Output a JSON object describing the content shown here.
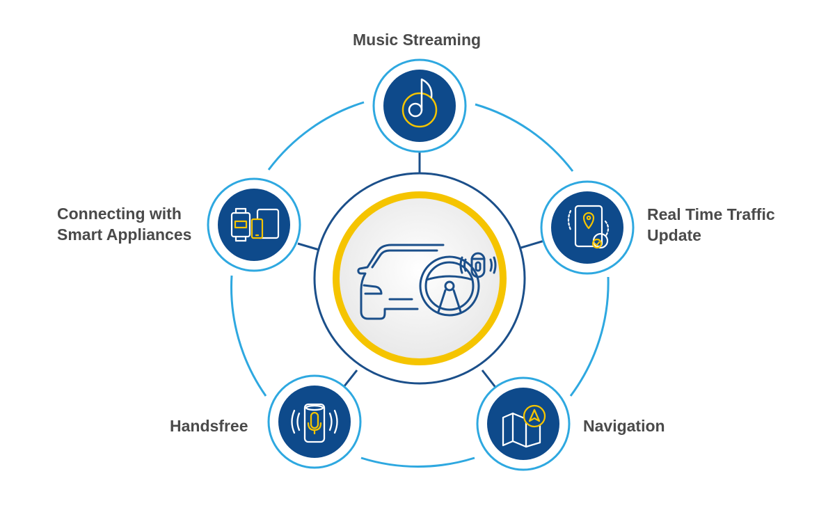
{
  "colors": {
    "ring": "#2ea8e0",
    "node_fill": "#0e4a8b",
    "accent": "#f5c400",
    "icon_line": "#ffffff",
    "center_bg": "#f2f2f2",
    "text": "#4a4a4a"
  },
  "center": {
    "icon": "car-dashboard-voice-assistant-icon"
  },
  "features": [
    {
      "id": "music",
      "label_lines": [
        "Music Streaming"
      ],
      "icon": "music-note-icon"
    },
    {
      "id": "traffic",
      "label_lines": [
        "Real Time Traffic",
        "Update"
      ],
      "icon": "traffic-map-icon"
    },
    {
      "id": "navigation",
      "label_lines": [
        "Navigation"
      ],
      "icon": "navigation-map-icon"
    },
    {
      "id": "handsfree",
      "label_lines": [
        "Handsfree"
      ],
      "icon": "smart-speaker-icon"
    },
    {
      "id": "smart",
      "label_lines": [
        "Connecting with",
        "Smart Appliances"
      ],
      "icon": "smart-devices-icon"
    }
  ]
}
